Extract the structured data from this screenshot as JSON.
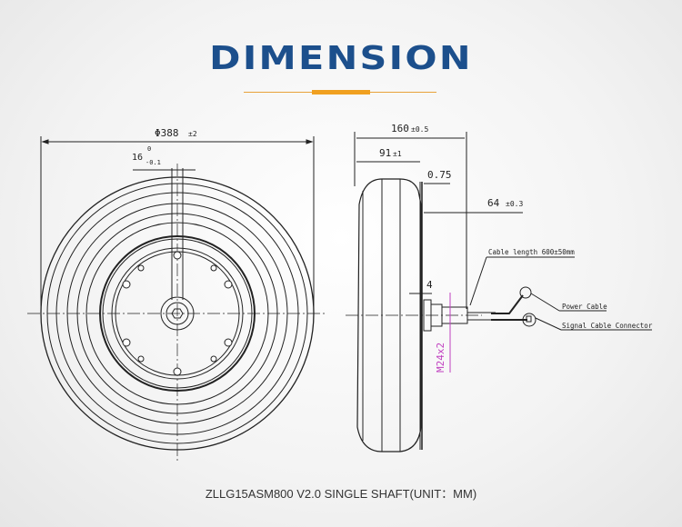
{
  "title": "DIMENSION",
  "caption": "ZLLG15ASM800 V2.0 SINGLE SHAFT(UNIT：MM)",
  "front_view": {
    "diameter": "Φ388",
    "diameter_tol": "±2",
    "shaft": "16",
    "shaft_tol_upper": "0",
    "shaft_tol_lower": "-0.1"
  },
  "side_view": {
    "overall": "160",
    "overall_tol": "±0.5",
    "tire_width": "91",
    "tire_width_tol": "±1",
    "gap": "0.75",
    "shaft_len": "64",
    "shaft_len_tol": "±0.3",
    "flange": "4",
    "thread": "M24x2",
    "cable_length": "Cable length 600±50mm",
    "power_cable": "Power Cable",
    "signal_cable": "Signal Cable Connector"
  },
  "colors": {
    "title": "#1c4f8c",
    "accent": "#f0a020",
    "thread": "#c040c0"
  }
}
